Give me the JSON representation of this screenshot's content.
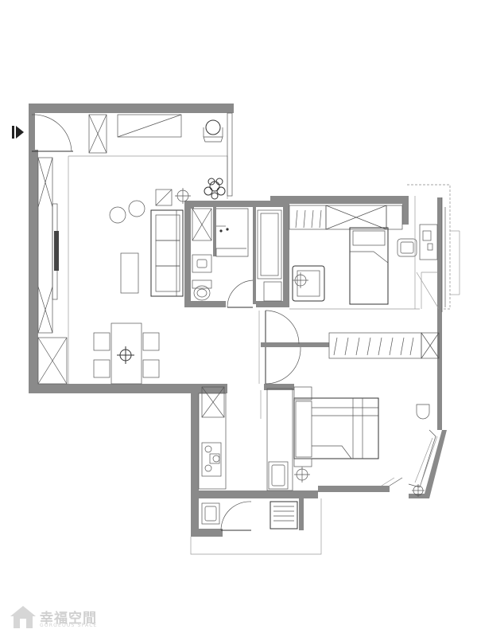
{
  "drawing": {
    "kind": "apartment-floor-plan",
    "rooms": [
      "entrance",
      "living-room",
      "dining-area",
      "bathroom",
      "bedroom-1",
      "bedroom-2",
      "kitchen",
      "service-balcony"
    ],
    "colors": {
      "wall": "#8a8a8a",
      "line": "#333333",
      "background": "#ffffff",
      "watermark": "#d0d0d0"
    }
  },
  "watermark": {
    "title": "幸福空間",
    "subtitle": "GORGEOUS SPACE"
  }
}
